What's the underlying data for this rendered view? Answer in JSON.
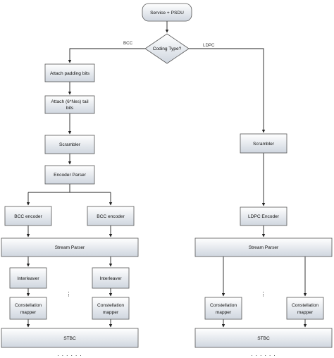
{
  "diagram": {
    "colors": {
      "box_top": "#ffffff",
      "box_bottom": "#cfd6df",
      "stroke": "#555555",
      "edge": "#222222",
      "text": "#111111"
    },
    "nodes": {
      "service_psdu": "Service + PSDU",
      "coding_type": "Coding Type?",
      "attach_padding": "Attach padding bits",
      "attach_tail_line1": "Attach (6*Nes) tail",
      "attach_tail_line2": "bits",
      "scrambler_bcc": "Scrambler",
      "encoder_parser": "Encoder Parser",
      "bcc_encoder_1": "BCC encoder",
      "bcc_encoder_2": "BCC encoder",
      "stream_parser_bcc": "Stream Parser",
      "interleaver_1": "Interleaver",
      "interleaver_2": "Interleaver",
      "const_mapper_bcc1_line1": "Constellation",
      "const_mapper_bcc1_line2": "mapper",
      "const_mapper_bcc2_line1": "Constellation",
      "const_mapper_bcc2_line2": "mapper",
      "stbc_bcc": "STBC",
      "scrambler_ldpc": "Scrambler",
      "ldpc_encoder": "LDPC Encoder",
      "stream_parser_ldpc": "Stream Parser",
      "const_mapper_ldpc1_line1": "Constellation",
      "const_mapper_ldpc1_line2": "mapper",
      "const_mapper_ldpc2_line1": "Constellation",
      "const_mapper_ldpc2_line2": "mapper",
      "stbc_ldpc": "STBC"
    },
    "edge_labels": {
      "bcc": "BCC",
      "ldpc": "LDPC"
    },
    "ellipsis": {
      "vertical": "⋮",
      "horizontal": ". . .   . . ."
    }
  }
}
